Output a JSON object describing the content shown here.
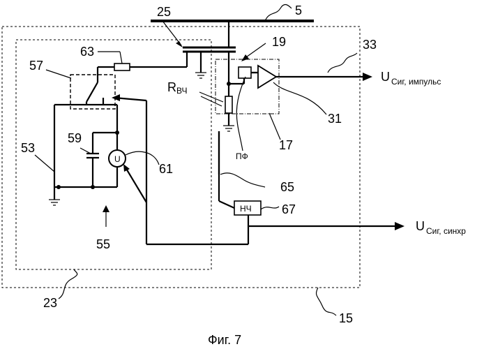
{
  "labels": {
    "ref_5": "5",
    "ref_25": "25",
    "ref_19": "19",
    "ref_33": "33",
    "ref_63": "63",
    "ref_57": "57",
    "ref_59": "59",
    "ref_53": "53",
    "ref_61": "61",
    "ref_55": "55",
    "ref_17": "17",
    "ref_31": "31",
    "ref_65": "65",
    "ref_67": "67",
    "ref_23": "23",
    "ref_15": "15",
    "r_hf_main": "R",
    "r_hf_sub": "ВЧ",
    "pf": "ПФ",
    "lf": "НЧ",
    "u_source": "U",
    "u_pulse_main": "U",
    "u_pulse_sub": "Сиг, импульс",
    "u_sync_main": "U",
    "u_sync_sub": "Сиг, синхр",
    "caption": "Фиг. 7"
  }
}
